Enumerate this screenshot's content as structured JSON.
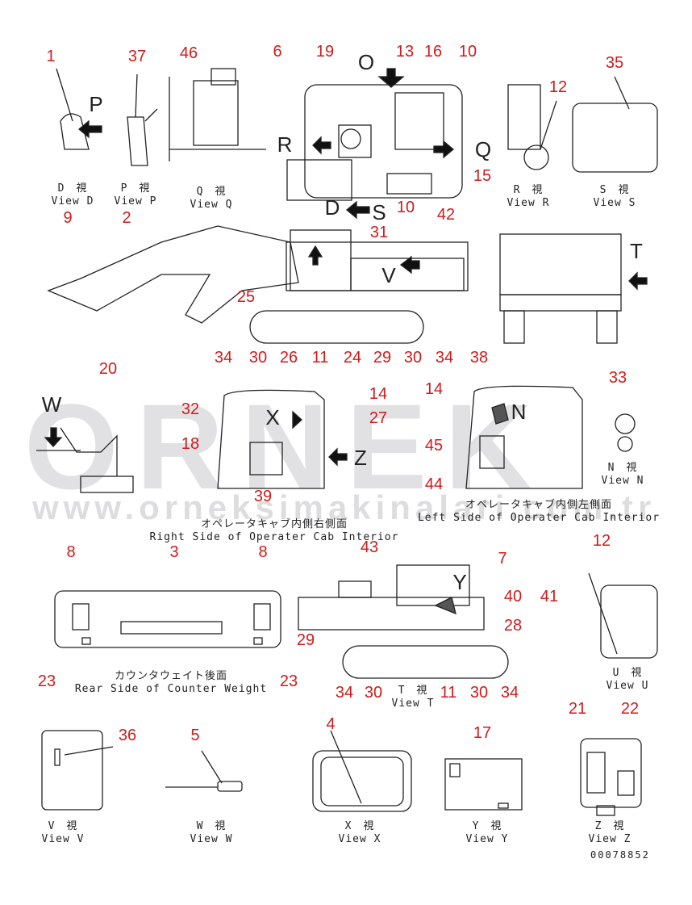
{
  "watermark": {
    "brand": "ORNEK",
    "url": "www.orneksimakinalari.com.tr",
    "accent": "#f3c64a"
  },
  "callouts": [
    "1",
    "37",
    "46",
    "6",
    "19",
    "13",
    "16",
    "10",
    "35",
    "12",
    "15",
    "10",
    "31",
    "42",
    "9",
    "2",
    "25",
    "34",
    "30",
    "26",
    "11",
    "24",
    "29",
    "30",
    "34",
    "38",
    "20",
    "14",
    "14",
    "33",
    "32",
    "27",
    "18",
    "45",
    "44",
    "39",
    "8",
    "3",
    "8",
    "43",
    "12",
    "7",
    "40",
    "41",
    "28",
    "29",
    "23",
    "23",
    "34",
    "30",
    "11",
    "30",
    "34",
    "36",
    "5",
    "4",
    "17",
    "21",
    "22"
  ],
  "view_letters": [
    "P",
    "O",
    "R",
    "Q",
    "D",
    "S",
    "V",
    "T",
    "W",
    "X",
    "Z",
    "N",
    "Y"
  ],
  "captions": {
    "d": {
      "jp": "D　視",
      "en": "View D"
    },
    "p": {
      "jp": "P　視",
      "en": "View P"
    },
    "q": {
      "jp": "Q　視",
      "en": "View Q"
    },
    "r": {
      "jp": "R　視",
      "en": "View R"
    },
    "s": {
      "jp": "S　視",
      "en": "View S"
    },
    "n": {
      "jp": "N　視",
      "en": "View N"
    },
    "right_cab": {
      "jp": "オペレータキャブ内側右側面",
      "en": "Right Side of Operater Cab Interior"
    },
    "left_cab": {
      "jp": "オペレータキャブ内側左側面",
      "en": "Left Side of Operater Cab Interior"
    },
    "counter": {
      "jp": "カウンタウェイト後面",
      "en": "Rear Side of Counter Weight"
    },
    "t": {
      "jp": "T　視",
      "en": "View T"
    },
    "u": {
      "jp": "U　視",
      "en": "View U"
    },
    "v": {
      "jp": "V　視",
      "en": "View V"
    },
    "w": {
      "jp": "W　視",
      "en": "View W"
    },
    "x": {
      "jp": "X　視",
      "en": "View X"
    },
    "y": {
      "jp": "Y　視",
      "en": "View Y"
    },
    "z": {
      "jp": "Z　視",
      "en": "View Z"
    }
  },
  "drawing_code": "00078852",
  "colors": {
    "callout": "#d11a1a",
    "line": "#222222"
  }
}
